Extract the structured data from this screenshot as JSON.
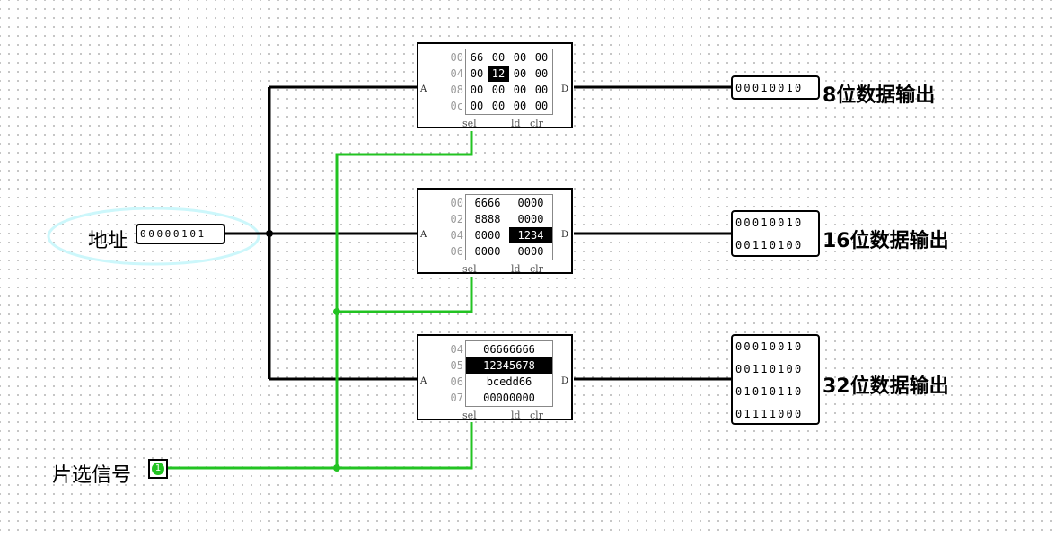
{
  "address": {
    "label": "地址",
    "value": "00000101"
  },
  "chip_select": {
    "label": "片选信号",
    "value": "1"
  },
  "ram_pins": {
    "addr": "A",
    "data": "D",
    "sel": "sel",
    "ld": "ld",
    "clr": "clr"
  },
  "ram8": {
    "addresses": [
      "00",
      "04",
      "08",
      "0c"
    ],
    "rows": [
      [
        "66",
        "00",
        "00",
        "00"
      ],
      [
        "00",
        "12",
        "00",
        "00"
      ],
      [
        "00",
        "00",
        "00",
        "00"
      ],
      [
        "00",
        "00",
        "00",
        "00"
      ]
    ],
    "selected": {
      "row": 1,
      "col": 1
    }
  },
  "ram16": {
    "addresses": [
      "00",
      "02",
      "04",
      "06"
    ],
    "rows": [
      [
        "6666",
        "0000"
      ],
      [
        "8888",
        "0000"
      ],
      [
        "0000",
        "1234"
      ],
      [
        "0000",
        "0000"
      ]
    ],
    "selected": {
      "row": 2,
      "col": 1
    }
  },
  "ram32": {
    "addresses": [
      "04",
      "05",
      "06",
      "07"
    ],
    "rows": [
      [
        "06666666"
      ],
      [
        "12345678"
      ],
      [
        "bcedd66"
      ],
      [
        "00000000"
      ]
    ],
    "selected": {
      "row": 1,
      "col": 0
    }
  },
  "out8": {
    "label": "8位数据输出",
    "bits": [
      "00010010"
    ]
  },
  "out16": {
    "label": "16位数据输出",
    "bits": [
      "00010010",
      "00110100"
    ]
  },
  "out32": {
    "label": "32位数据输出",
    "bits": [
      "00010010",
      "00110100",
      "01010110",
      "01111000"
    ]
  },
  "colors": {
    "wire": "#000000",
    "active_wire": "#22c322",
    "highlight": "#ccf7fb"
  }
}
